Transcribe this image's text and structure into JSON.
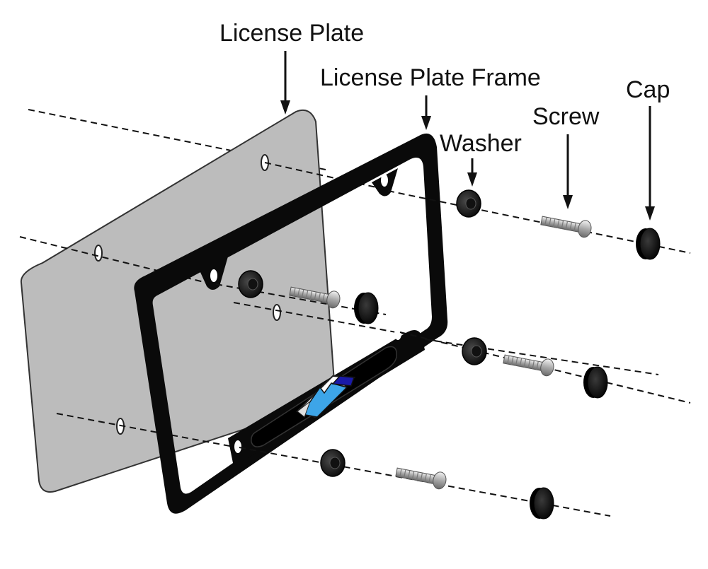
{
  "labels": {
    "license_plate": "License Plate",
    "license_plate_frame": "License Plate Frame",
    "washer": "Washer",
    "screw": "Screw",
    "cap": "Cap"
  },
  "colors": {
    "plate_fill": "#bcbcbc",
    "frame": "#0a0a0a",
    "guide_line": "#111111",
    "logo_blue_light": "#3da5e8",
    "logo_blue_dark": "#1a1aa8"
  },
  "icons": {
    "plate": "license-plate-shape",
    "frame": "license-plate-frame-shape",
    "washer": "washer-ring",
    "screw": "screw-bolt",
    "cap": "screw-cap",
    "logo": "mountain-logo"
  }
}
